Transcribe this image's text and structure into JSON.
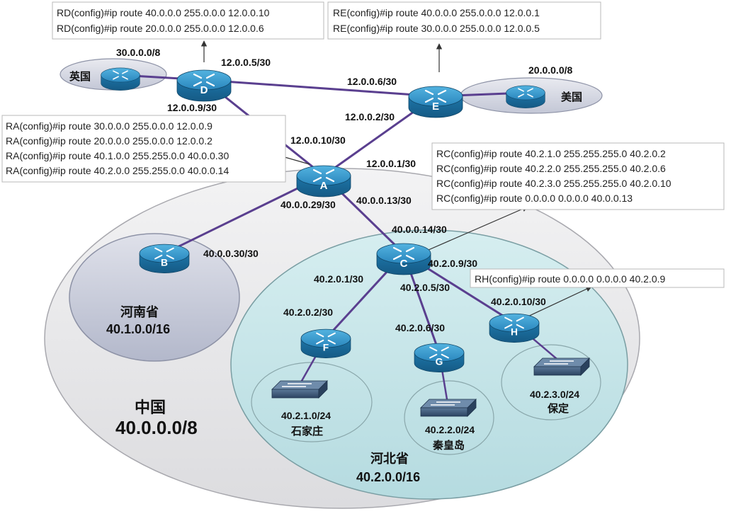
{
  "colors": {
    "link": "#5a3f8f",
    "router_top": "#2f8fc4",
    "router_side": "#1a6d9e",
    "switch": "#3a5372",
    "china_fill": "#e8e8ea",
    "hebei_fill": "#c7e6e9",
    "henan_fill": "#c8ccdc",
    "foreign_fill": "#d4d7e2"
  },
  "config_boxes": {
    "rd": [
      "RD(config)#ip route 40.0.0.0 255.0.0.0 12.0.0.10",
      "RD(config)#ip route 20.0.0.0 255.0.0.0 12.0.0.6"
    ],
    "re": [
      "RE(config)#ip route 40.0.0.0 255.0.0.0 12.0.0.1",
      "RE(config)#ip route 30.0.0.0 255.0.0.0 12.0.0.5"
    ],
    "ra": [
      "RA(config)#ip route 30.0.0.0 255.0.0.0 12.0.0.9",
      "RA(config)#ip route 20.0.0.0 255.0.0.0 12.0.0.2",
      "RA(config)#ip route 40.1.0.0 255.255.0.0 40.0.0.30",
      "RA(config)#ip route 40.2.0.0 255.255.0.0 40.0.0.14"
    ],
    "rc": [
      "RC(config)#ip route 40.2.1.0 255.255.255.0 40.2.0.2",
      "RC(config)#ip route 40.2.2.0 255.255.255.0 40.2.0.6",
      "RC(config)#ip route 40.2.3.0 255.255.255.0 40.2.0.10",
      "RC(config)#ip route 0.0.0.0 0.0.0.0 40.0.0.13"
    ],
    "rh": [
      "RH(config)#ip route 0.0.0.0 0.0.0.0 40.2.0.9"
    ]
  },
  "routers": {
    "a": "A",
    "b": "B",
    "c": "C",
    "d": "D",
    "e": "E",
    "f": "F",
    "g": "G",
    "h": "H",
    "uk": "",
    "us": ""
  },
  "interfaces": {
    "d_uk": "30.0.0.0/8",
    "d_e": "12.0.0.5/30",
    "e_d": "12.0.0.6/30",
    "us_net": "20.0.0.0/8",
    "d_a": "12.0.0.9/30",
    "e_a": "12.0.0.2/30",
    "a_d": "12.0.0.10/30",
    "a_e": "12.0.0.1/30",
    "a_c": "40.0.0.13/30",
    "a_b": "40.0.0.29/30",
    "b_a": "40.0.0.30/30",
    "c_a": "40.0.0.14/30",
    "c_f": "40.2.0.1/30",
    "c_h": "40.2.0.9/30",
    "c_g": "40.2.0.5/30",
    "f_c": "40.2.0.2/30",
    "g_c": "40.2.0.6/30",
    "h_c": "40.2.0.10/30"
  },
  "regions": {
    "uk": "英国",
    "us": "美国",
    "henan_name": "河南省",
    "henan_net": "40.1.0.0/16",
    "china_name": "中国",
    "china_net": "40.0.0.0/8",
    "hebei_name": "河北省",
    "hebei_net": "40.2.0.0/16"
  },
  "lans": {
    "f_net": "40.2.1.0/24",
    "f_city": "石家庄",
    "g_net": "40.2.2.0/24",
    "g_city": "秦皇岛",
    "h_net": "40.2.3.0/24",
    "h_city": "保定"
  }
}
